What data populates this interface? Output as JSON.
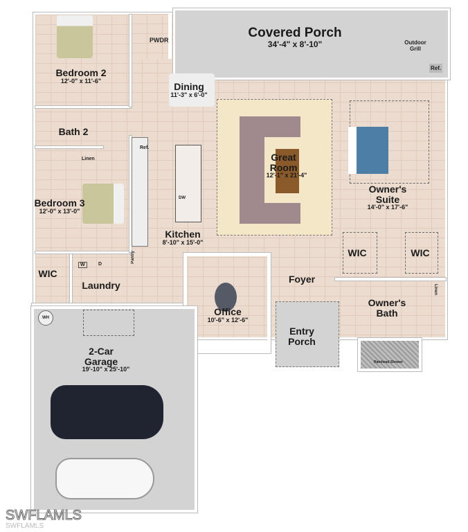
{
  "rooms": {
    "covered_porch": {
      "name": "Covered Porch",
      "dims": "34'-4\" x 8'-10\""
    },
    "bedroom2": {
      "name": "Bedroom 2",
      "dims": "12'-0\" x 11'-6\""
    },
    "pwdr": {
      "name": "PWDR"
    },
    "dining": {
      "name": "Dining",
      "dims": "11'-3\" x 6'-0\""
    },
    "great_room": {
      "name": "Great Room",
      "dims": "12'-1\" x 21'-4\""
    },
    "owners_suite": {
      "name": "Owner's Suite",
      "dims": "14'-0\" x 17'-6\""
    },
    "bath2": {
      "name": "Bath 2"
    },
    "bedroom3": {
      "name": "Bedroom 3",
      "dims": "12'-0\" x 13'-0\""
    },
    "kitchen": {
      "name": "Kitchen",
      "dims": "8'-10\" x 15'-0\""
    },
    "wic_left": {
      "name": "WIC"
    },
    "laundry": {
      "name": "Laundry"
    },
    "office": {
      "name": "Office",
      "dims": "10'-6\" x 12'-6\""
    },
    "foyer": {
      "name": "Foyer"
    },
    "entry_porch": {
      "name": "Entry Porch"
    },
    "wic_owner1": {
      "name": "WIC"
    },
    "wic_owner2": {
      "name": "WIC"
    },
    "owners_bath": {
      "name": "Owner's Bath"
    },
    "garage": {
      "name": "2-Car Garage",
      "dims": "19'-10\" x 25'-10\""
    }
  },
  "fixtures": {
    "outdoor_grill": "Outdoor Grill",
    "porch_ref": "Ref.",
    "kitchen_ref": "Ref.",
    "dw": "DW",
    "linen1": "Linen",
    "linen2": "Linen",
    "pantry": "Pantry",
    "washer": "W",
    "dryer": "D",
    "wh": "WH",
    "shower": "Rainhead Shower"
  },
  "watermark": {
    "large": "SWFLAMLS",
    "small": "SWFLAMLS"
  }
}
